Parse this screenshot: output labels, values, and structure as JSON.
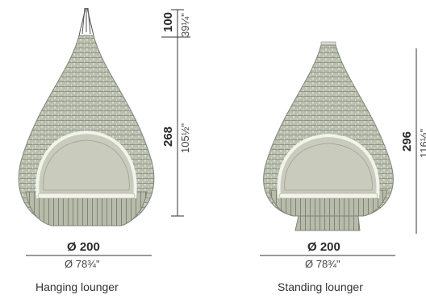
{
  "hanging": {
    "caption": "Hanging lounger",
    "diameter_cm": "Ø 200",
    "diameter_in": "Ø 78¾\"",
    "top_height_cm": "100",
    "top_height_in": "39¼\"",
    "body_height_cm": "268",
    "body_height_in": "105½\""
  },
  "standing": {
    "caption": "Standing lounger",
    "diameter_cm": "Ø 200",
    "diameter_in": "Ø 78¾\"",
    "height_cm": "296",
    "height_in": "116½\""
  },
  "colors": {
    "wicker": "#b9bfae",
    "wicker_dark": "#7f8576",
    "cushion": "#c9cbbd",
    "cushion_rim": "#f3f3ec",
    "line": "#333333"
  }
}
